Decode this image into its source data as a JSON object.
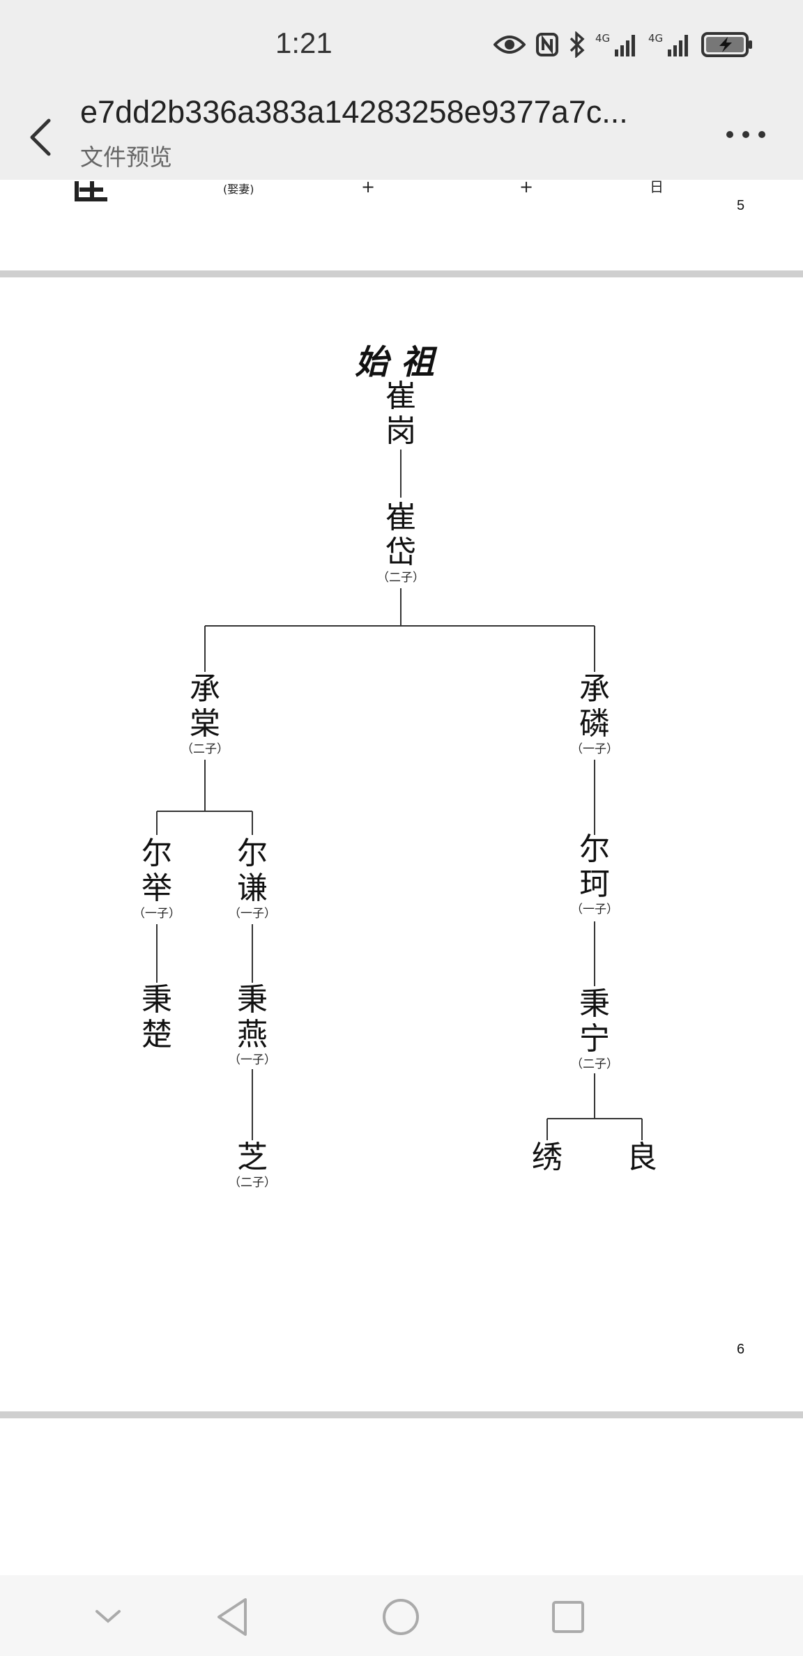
{
  "status": {
    "time": "1:21"
  },
  "appbar": {
    "title": "e7dd2b336a383a14283258e9377a7c...",
    "subtitle": "文件预览"
  },
  "prev_page": {
    "glyphs": [
      "(娶妻)",
      "+",
      "+",
      "日"
    ],
    "page_number": "5"
  },
  "tree": {
    "title": "始祖",
    "nodes": [
      {
        "id": "n1",
        "chars": [
          "崔",
          "岗"
        ],
        "note": ""
      },
      {
        "id": "n2",
        "chars": [
          "崔",
          "岱"
        ],
        "note": "（二子）"
      },
      {
        "id": "n3",
        "chars": [
          "承",
          "棠"
        ],
        "note": "（二子）"
      },
      {
        "id": "n4",
        "chars": [
          "承",
          "磷"
        ],
        "note": "（一子）"
      },
      {
        "id": "n5",
        "chars": [
          "尔",
          "举"
        ],
        "note": "（一子）"
      },
      {
        "id": "n6",
        "chars": [
          "尔",
          "谦"
        ],
        "note": "（一子）"
      },
      {
        "id": "n7",
        "chars": [
          "尔",
          "珂"
        ],
        "note": "（一子）"
      },
      {
        "id": "n8",
        "chars": [
          "秉",
          "楚"
        ],
        "note": ""
      },
      {
        "id": "n9",
        "chars": [
          "秉",
          "燕"
        ],
        "note": "（一子）"
      },
      {
        "id": "n10",
        "chars": [
          "秉",
          "宁"
        ],
        "note": "（二子）"
      },
      {
        "id": "n11",
        "chars": [
          "芝"
        ],
        "note": "（二子）"
      },
      {
        "id": "n12",
        "chars": [
          "绣"
        ],
        "note": ""
      },
      {
        "id": "n13",
        "chars": [
          "良"
        ],
        "note": ""
      }
    ],
    "page_number": "6"
  },
  "icons": {
    "back": "chevron-left-icon",
    "more": "more-horizontal-icon",
    "eye": "eye-icon",
    "nfc": "nfc-icon",
    "bluetooth": "bluetooth-icon",
    "signal": "cell-signal-icon",
    "battery": "battery-charging-icon",
    "nav_down": "chevron-down-icon",
    "nav_back": "triangle-back-icon",
    "nav_home": "circle-home-icon",
    "nav_recent": "square-recent-icon"
  },
  "colors": {
    "bar_bg": "#eeeeee",
    "divider": "#cfcfcf",
    "text": "#111111"
  }
}
